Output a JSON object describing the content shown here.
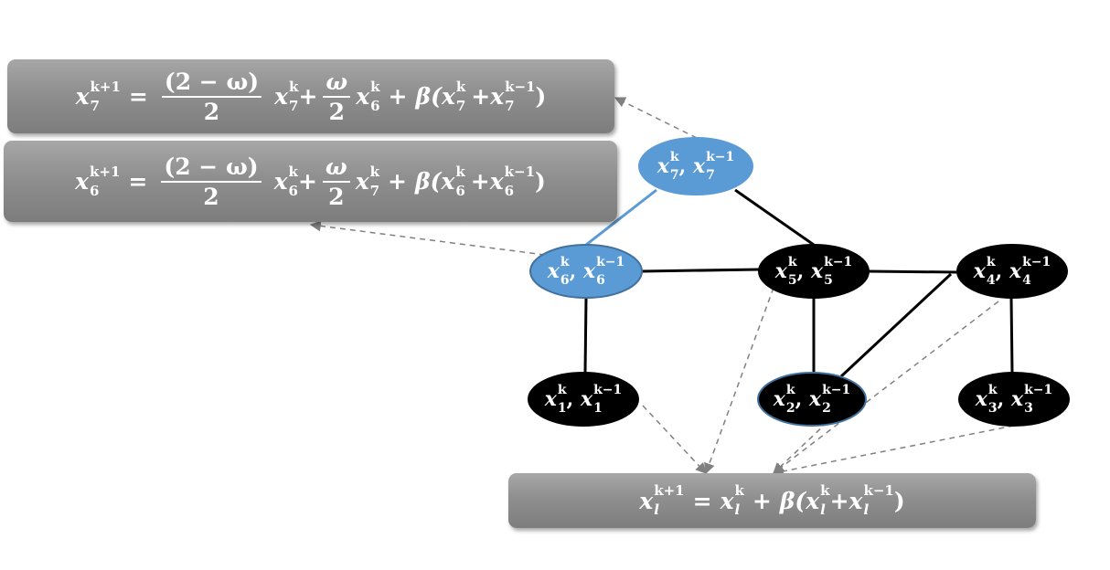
{
  "equations": {
    "eq7": {
      "lhs_var": "x",
      "lhs_sup": "k+1",
      "lhs_sub": "7",
      "eq": "=",
      "frac1_num": "(2 − ω)",
      "frac1_den": "2",
      "t1_var": "x",
      "t1_sup": "k",
      "t1_sub": "7",
      "plus1": "+",
      "frac2_num": "ω",
      "frac2_den": "2",
      "t2_var": "x",
      "t2_sup": "k",
      "t2_sub": "6",
      "plus2": "+",
      "beta": "β(",
      "t3_var": "x",
      "t3_sup": "k",
      "t3_sub": "7",
      "plus3": "+",
      "t4_var": "x",
      "t4_sup": "k−1",
      "t4_sub": "7",
      "close": ")"
    },
    "eq6": {
      "lhs_var": "x",
      "lhs_sup": "k+1",
      "lhs_sub": "6",
      "eq": "=",
      "frac1_num": "(2 − ω)",
      "frac1_den": "2",
      "t1_var": "x",
      "t1_sup": "k",
      "t1_sub": "6",
      "plus1": "+",
      "frac2_num": "ω",
      "frac2_den": "2",
      "t2_var": "x",
      "t2_sup": "k",
      "t2_sub": "7",
      "plus2": "+",
      "beta": "β(",
      "t3_var": "x",
      "t3_sup": "k",
      "t3_sub": "6",
      "plus3": "+",
      "t4_var": "x",
      "t4_sup": "k−1",
      "t4_sub": "6",
      "close": ")"
    },
    "eql": {
      "lhs_var": "x",
      "lhs_sup": "k+1",
      "lhs_sub": "l",
      "eq": "=",
      "t1_var": "x",
      "t1_sup": "k",
      "t1_sub": "l",
      "plus1": "+",
      "beta": "β(",
      "t2_var": "x",
      "t2_sup": "k",
      "t2_sub": "l",
      "plus2": "+",
      "t3_var": "x",
      "t3_sup": "k−1",
      "t3_sub": "l",
      "close": ")"
    }
  },
  "nodes": [
    {
      "id": "n7",
      "index": "7",
      "var": "x",
      "sup1": "k",
      "sup2": "k−1",
      "fill": "#5b9bd5",
      "stroke": "#5b9bd5"
    },
    {
      "id": "n6",
      "index": "6",
      "var": "x",
      "sup1": "k",
      "sup2": "k−1",
      "fill": "#5b9bd5",
      "stroke": "#41719c"
    },
    {
      "id": "n5",
      "index": "5",
      "var": "x",
      "sup1": "k",
      "sup2": "k−1",
      "fill": "#000000",
      "stroke": "#000000"
    },
    {
      "id": "n4",
      "index": "4",
      "var": "x",
      "sup1": "k",
      "sup2": "k−1",
      "fill": "#000000",
      "stroke": "#000000"
    },
    {
      "id": "n1",
      "index": "1",
      "var": "x",
      "sup1": "k",
      "sup2": "k−1",
      "fill": "#000000",
      "stroke": "#000000"
    },
    {
      "id": "n2",
      "index": "2",
      "var": "x",
      "sup1": "k",
      "sup2": "k−1",
      "fill": "#000000",
      "stroke": "#41719c"
    },
    {
      "id": "n3",
      "index": "3",
      "var": "x",
      "sup1": "k",
      "sup2": "k−1",
      "fill": "#000000",
      "stroke": "#000000"
    }
  ],
  "edges": [
    {
      "from": "n7",
      "to": "n6",
      "color": "#5b9bd5"
    },
    {
      "from": "n7",
      "to": "n5",
      "color": "#000000"
    },
    {
      "from": "n6",
      "to": "n5",
      "color": "#000000"
    },
    {
      "from": "n6",
      "to": "n1",
      "color": "#000000"
    },
    {
      "from": "n5",
      "to": "n4",
      "color": "#000000"
    },
    {
      "from": "n5",
      "to": "n2",
      "color": "#000000"
    },
    {
      "from": "n4",
      "to": "n2",
      "color": "#000000"
    },
    {
      "from": "n4",
      "to": "n3",
      "color": "#000000"
    }
  ],
  "dashed_arrows": [
    {
      "from_node": "n7",
      "to": "eq7"
    },
    {
      "from_node": "n6",
      "to": "eq6"
    },
    {
      "from_node": "n5",
      "to": "eql_a"
    },
    {
      "from_node": "n1",
      "to": "eql_a"
    },
    {
      "from_node": "n2",
      "to": "eql_b"
    },
    {
      "from_node": "n4",
      "to": "eql_b"
    },
    {
      "from_node": "n3",
      "to": "eql_b"
    }
  ],
  "colors": {
    "blue_node": "#5b9bd5",
    "black_node": "#000000",
    "arrow": "#808080",
    "box": "#8f8f8f"
  }
}
